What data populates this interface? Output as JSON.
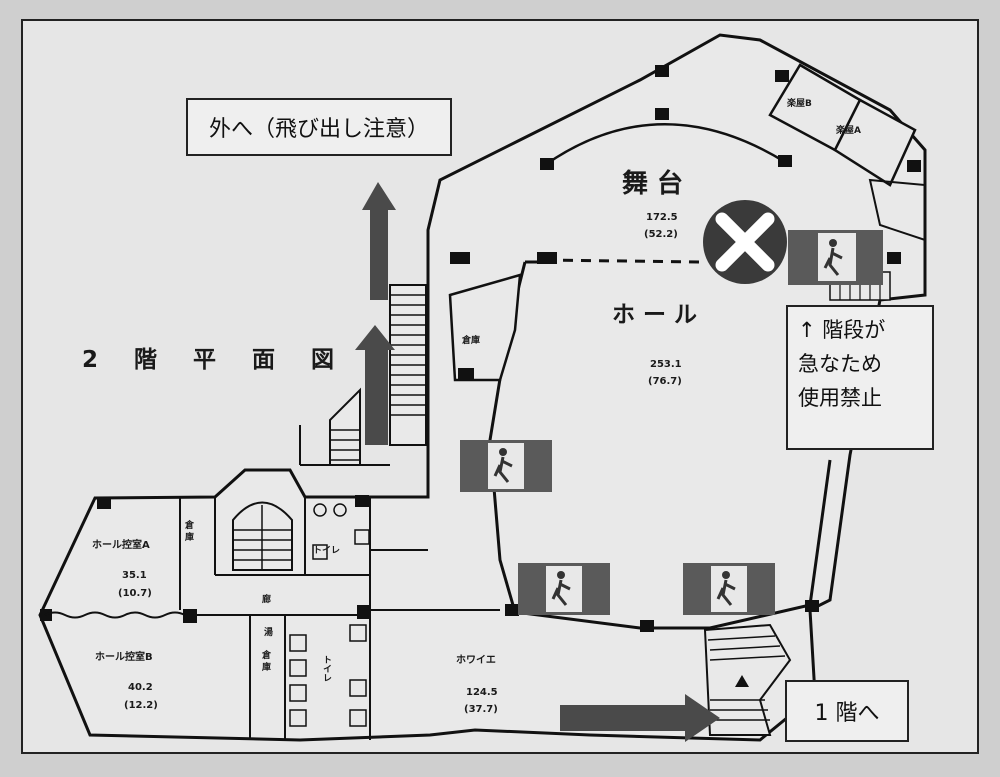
{
  "plan_title": "2 階 平 面 図",
  "notes": {
    "outside": "外へ（飛び出し注意）",
    "stairs_warning": [
      "↑ 階段が",
      "急なため",
      "使用禁止"
    ],
    "to_first_floor": "1 階へ"
  },
  "rooms": {
    "stage": {
      "name": "舞 台",
      "area": "172.5",
      "tsubo": "(52.2)"
    },
    "hall": {
      "name": "ホ ー ル",
      "area": "253.1",
      "tsubo": "(76.7)"
    },
    "foyer": {
      "name": "ホワイエ",
      "area": "124.5",
      "tsubo": "(37.7)"
    },
    "waiting_a": {
      "name": "ホール控室A",
      "area": "35.1",
      "tsubo": "(10.7)"
    },
    "waiting_b": {
      "name": "ホール控室B",
      "area": "40.2",
      "tsubo": "(12.2)"
    },
    "dressing_a": {
      "name": "楽屋A"
    },
    "dressing_b": {
      "name": "楽屋B"
    },
    "storage_1": {
      "name": "倉庫"
    },
    "storage_2": {
      "name": "倉 庫"
    },
    "storage_3": {
      "name": "倉 庫"
    },
    "toilet_1": {
      "name": "トイレ"
    },
    "toilet_2": {
      "name": "トイレ"
    },
    "corridor_mark": {
      "name": "廊"
    },
    "hot_water": {
      "name": "湯"
    }
  },
  "colors": {
    "background": "#cfcfcf",
    "floor": "#e6e6e6",
    "wall": "#111111",
    "exit_sign": "#5a5a5a",
    "no_entry": "#3a3a3a",
    "arrow": "#4a4a4a"
  },
  "icons": [
    "emergency-exit-sign-icon",
    "no-entry-cross-icon",
    "direction-arrow-icon"
  ]
}
